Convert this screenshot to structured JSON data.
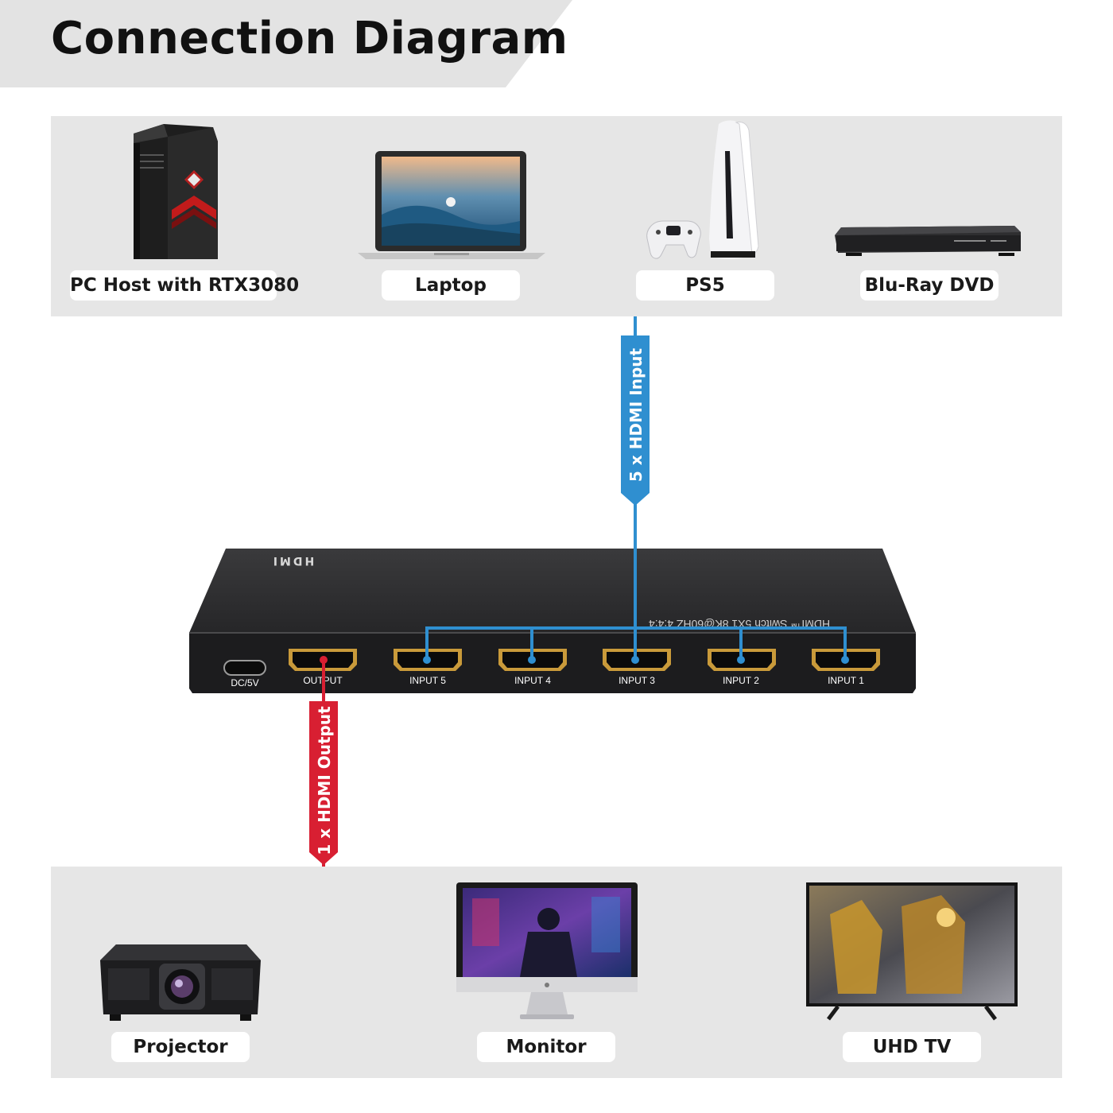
{
  "header": {
    "title": "Connection Diagram"
  },
  "sources": [
    {
      "label": "PC Host with RTX3080",
      "icon": "pc-tower-icon"
    },
    {
      "label": "Laptop",
      "icon": "laptop-icon"
    },
    {
      "label": "PS5",
      "icon": "game-console-icon"
    },
    {
      "label": "Blu-Ray DVD",
      "icon": "dvd-player-icon"
    }
  ],
  "displays": [
    {
      "label": "Projector",
      "icon": "projector-icon"
    },
    {
      "label": "Monitor",
      "icon": "monitor-icon"
    },
    {
      "label": "UHD TV",
      "icon": "tv-icon"
    }
  ],
  "connections": {
    "input_label": "5 x HDMI Input",
    "output_label": "1 x HDMI Output",
    "input_color": "#2f8fd0",
    "output_color": "#d81f32"
  },
  "switch": {
    "brand": "HDMI",
    "model_text": "HDMI™ Switch 5X1 8K@60HZ 4:4:4",
    "power_port_label": "DC/5V",
    "ports": [
      "OUTPUT",
      "INPUT 5",
      "INPUT 4",
      "INPUT 3",
      "INPUT 2",
      "INPUT 1"
    ]
  }
}
